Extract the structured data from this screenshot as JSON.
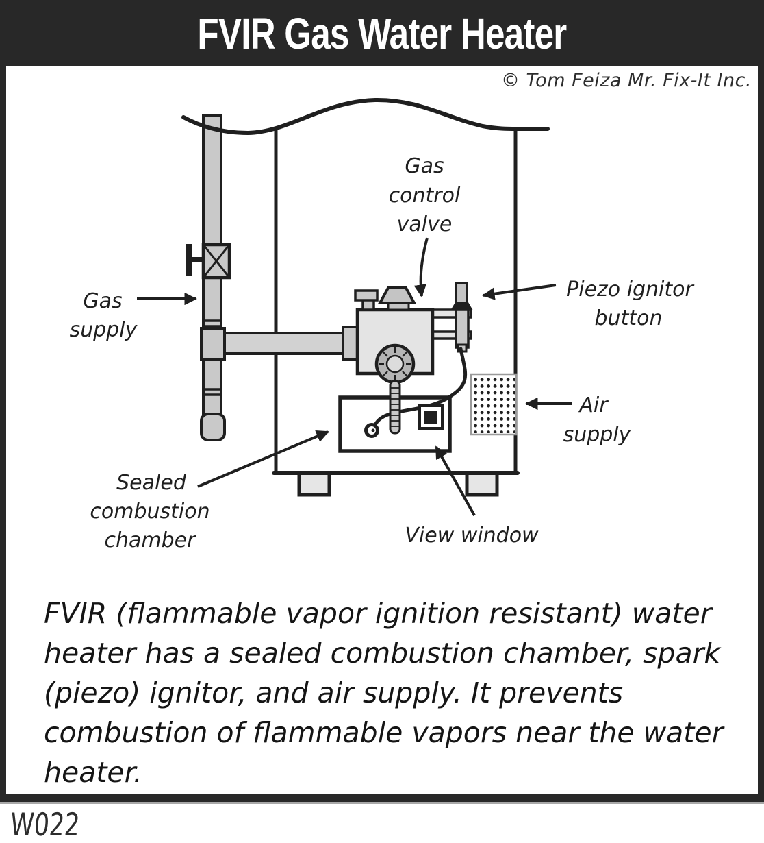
{
  "header": {
    "title": "FVIR Gas Water Heater"
  },
  "copyright": "© Tom Feiza Mr. Fix-It Inc.",
  "diagram": {
    "labels": {
      "gas_control_valve": [
        "Gas",
        "control",
        "valve"
      ],
      "gas_supply": [
        "Gas",
        "supply"
      ],
      "piezo_ignitor_button": [
        "Piezo ignitor",
        "button"
      ],
      "air_supply": [
        "Air",
        "supply"
      ],
      "sealed_combustion_chamber": [
        "Sealed",
        "combustion",
        "chamber"
      ],
      "view_window": [
        "View window"
      ]
    }
  },
  "description": {
    "lines": [
      "FVIR (flammable vapor ignition resistant) water",
      "heater has a sealed combustion chamber, spark",
      "(piezo) ignitor, and air supply. It prevents",
      "combustion of flammable vapors near the water",
      "heater."
    ]
  },
  "footer": {
    "code": "W022"
  },
  "colors": {
    "frame": "#282828",
    "line": "#1f1f1f",
    "pipe_gray": "#c9c9c9",
    "valve_body_gray": "#e4e4e4",
    "knob_gray": "#c4c4c4",
    "dial_gray": "#b5b5b5",
    "feet_gray": "#e6e6e6"
  }
}
